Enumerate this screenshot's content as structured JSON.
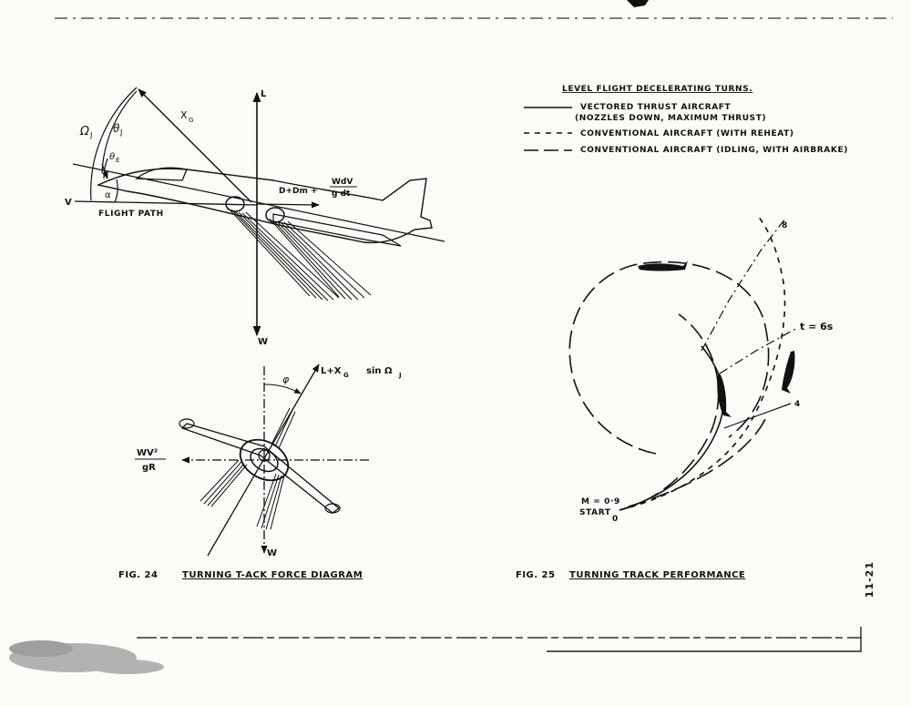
{
  "page_label": "11-21",
  "fig24": {
    "top_diagram": {
      "omega_j": "Ω",
      "omega_j_sub": "J",
      "theta_j": "θ",
      "theta_j_sub": "J",
      "theta_e": "θ",
      "theta_e_sub": "E",
      "x_g": "X",
      "x_g_sub": "G",
      "lift": "L",
      "drag": "D+Dm +",
      "wdv": "WdV",
      "gdt": "g dt",
      "velocity": "V",
      "alpha": "α",
      "flight_path": "FLIGHT PATH",
      "weight": "W"
    },
    "bottom_diagram": {
      "phi": "φ",
      "lift_formula": "L+X",
      "lift_formula_sub": "G",
      "lift_formula_tail": "sin Ω",
      "lift_formula_tail_sub": "J",
      "centrifugal_num": "WV²",
      "centrifugal_den": "gR",
      "weight": "W"
    },
    "caption_number": "FIG. 24",
    "caption_title": "TURNING T-ACK FORCE DIAGRAM"
  },
  "fig25": {
    "legend_title": "LEVEL FLIGHT   DECELERATING TURNS.",
    "legend_items": [
      {
        "line_style": "solid",
        "label": "VECTORED THRUST AIRCRAFT",
        "label2": "(NOZZLES DOWN, MAXIMUM THRUST)"
      },
      {
        "line_style": "short-dash",
        "label": "CONVENTIONAL AIRCRAFT (WITH REHEAT)",
        "label2": ""
      },
      {
        "line_style": "long-dash",
        "label": "CONVENTIONAL AIRCRAFT (IDLING, WITH AIRBRAKE)",
        "label2": ""
      }
    ],
    "time_labels": {
      "t8": "8",
      "t6": "t = 6s",
      "t4": "4",
      "t0": "0"
    },
    "mach_label": "M = 0·9",
    "start_label": "START",
    "caption_number": "FIG. 25",
    "caption_title": "TURNING TRACK PERFORMANCE"
  }
}
